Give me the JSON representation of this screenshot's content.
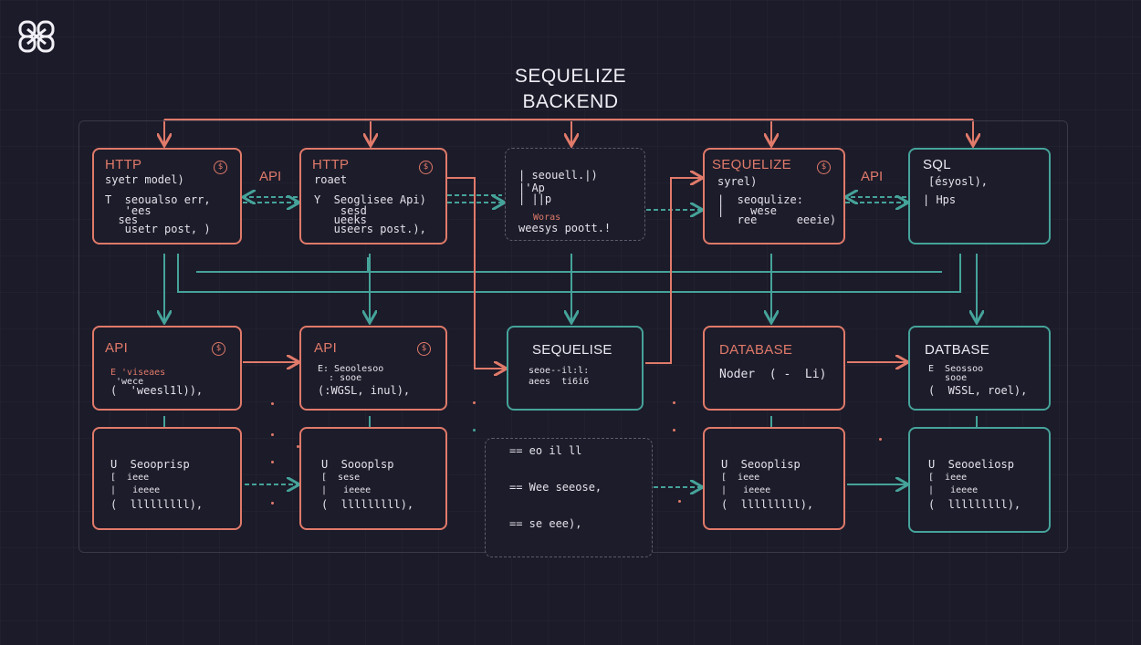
{
  "title": {
    "line1": "SEQUELIZE",
    "line2": "BACKEND"
  },
  "colors": {
    "background": "#1c1b29",
    "coral": "#e07a6a",
    "teal": "#45a39a",
    "dashed": "#5e5c6e"
  },
  "icons": {
    "logo": "interlocking-knot-logo",
    "badge": "dollar-circle-icon"
  },
  "edge_labels": {
    "api_left": "API",
    "api_right": "API"
  },
  "boxes": {
    "r1c1": {
      "header": "HTTP",
      "lines": [
        "syetr model)",
        "T  seoualso err,",
        "   'ees",
        "  ses",
        "   usetr post, )"
      ]
    },
    "r1c2": {
      "header": "HTTP",
      "lines": [
        "roaet",
        "Y  Seoglisee Api)",
        "    sesd",
        "   ueeks",
        "   useers post.),"
      ]
    },
    "r1c3": {
      "lines": [
        "| seouell.|)",
        "|'Ap",
        "| ||p",
        "  Woras",
        "weesys poott.!"
      ]
    },
    "r1c4": {
      "header": "SEQUELIZE",
      "lines": [
        "syrel)",
        "|  seoqulize:",
        "|    wese",
        "   ree      eeeie)"
      ]
    },
    "r1c5": {
      "header": "SQL",
      "lines": [
        "[ésyosl),",
        "| Hps"
      ]
    },
    "r2c1": {
      "header": "API",
      "lines": [
        "E 'viseaes",
        " 'wece",
        "(  'weesl1l)),"
      ]
    },
    "r2c2": {
      "header": "API",
      "lines": [
        "E: Seoolesoo",
        "  : sooe",
        "(:WGSL, inul),"
      ]
    },
    "r2c3": {
      "header": "SEQUELISE",
      "lines": [
        "seoe--il:l:",
        "aees  ti6i6"
      ]
    },
    "r2c4": {
      "header": "DATABASE",
      "lines": [
        "Noder  ( -  Li)"
      ]
    },
    "r2c5": {
      "header": "DATBASE",
      "lines": [
        "E  Seossoo",
        "   sooe",
        "(  WSSL, roel),"
      ]
    },
    "r3c1": {
      "lines": [
        "U  Seooprisp",
        "[  ieee",
        "|   ieeee",
        "(  lllllllll),"
      ]
    },
    "r3c2": {
      "lines": [
        "U  Soooplsp",
        "[  sese",
        "|   ieeee",
        "(  lllllllll),"
      ]
    },
    "r3c3": {
      "lines": [
        "== eo il ll",
        "== Wee seeose,",
        "== se eee),"
      ]
    },
    "r3c4": {
      "lines": [
        "U  Seooplisp",
        "[  ieee",
        "|   ieeee",
        "(  lllllllll),"
      ]
    },
    "r3c5": {
      "lines": [
        "U  Seooeliosp",
        "[  ieee",
        "|   ieeee",
        "(  lllllllll),"
      ]
    }
  }
}
